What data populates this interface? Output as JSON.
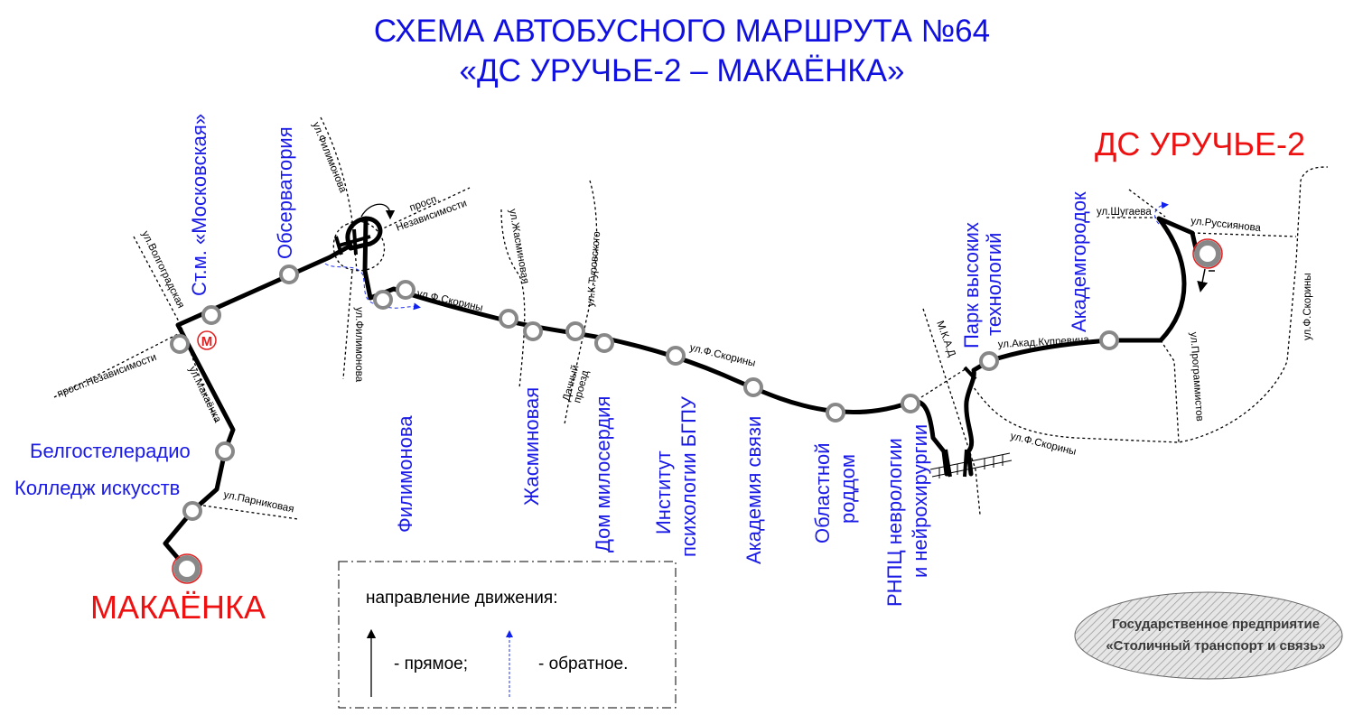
{
  "title": {
    "line1": "СХЕМА АВТОБУСНОГО МАРШРУТА №64",
    "line2": "«ДС УРУЧЬЕ-2 – МАКАЁНКА»"
  },
  "terminals": {
    "start": "МАКАЁНКА",
    "end": "ДС УРУЧЬЕ-2"
  },
  "stops": [
    {
      "id": "kolledzh",
      "label": "Колледж искусств"
    },
    {
      "id": "belgosteleradio",
      "label": "Белгостелерадио"
    },
    {
      "id": "moskovskaya",
      "label": "Ст.м. «Московская»"
    },
    {
      "id": "observatoriya",
      "label": "Обсерватория"
    },
    {
      "id": "filimonova",
      "label": "Филимонова"
    },
    {
      "id": "zhasminovaya",
      "label": "Жасминовая"
    },
    {
      "id": "dom-miloserdiya",
      "label": "Дом милосердия"
    },
    {
      "id": "institut",
      "label": "Институт",
      "label2": "психологии БГПУ"
    },
    {
      "id": "akademiya",
      "label": "Академия связи"
    },
    {
      "id": "roddom",
      "label": "Областной",
      "label2": "роддом"
    },
    {
      "id": "rnpc",
      "label": "РНПЦ неврологии",
      "label2": "и нейрохирургии"
    },
    {
      "id": "park",
      "label": "Парк высоких",
      "label2": "технологий"
    },
    {
      "id": "akademgorodok",
      "label": "Академгородок"
    }
  ],
  "metro_symbol": "М",
  "streets": {
    "volgogradskaya": "ул.Волгоградская",
    "nezavisimosti_left": "просп.Независимости",
    "makayonka": "ул.Макаёнка",
    "parnikovaya": "ул.Парниковая",
    "filimonova_top": "ул.Филимонова",
    "nezavisimosti_1": "просп.",
    "nezavisimosti_2": "Независимости",
    "skoriny_1": "ул.Ф.Скорины",
    "filimonova_bottom": "ул.Филимонова",
    "zhasminovaya": "ул.Жасминовая",
    "turovskogo": "ул.К.Туровского",
    "dachny_1": "Дачный",
    "dachny_2": "проезд",
    "skoriny_2": "ул.Ф.Скорины",
    "mkad": "М.К.А.Д",
    "kuprevicha": "ул.Акад.Купревича",
    "shugaeva": "ул.Шугаева",
    "russiyanova": "ул.Руссиянова",
    "programmistov": "ул.Программистов",
    "skoriny_3": "ул.Ф.Скорины",
    "skoriny_4": "ул.Ф.Скорины"
  },
  "legend": {
    "heading": "направление движения:",
    "forward": "- прямое;",
    "reverse": "- обратное."
  },
  "logo": {
    "line1": "Государственное предприятие",
    "line2": "«Столичный транспорт и связь»"
  },
  "colors": {
    "title": "#1010e0",
    "stop_label": "#1a1ae6",
    "terminal": "#ee1111",
    "reverse_direction": "#2233ee"
  }
}
